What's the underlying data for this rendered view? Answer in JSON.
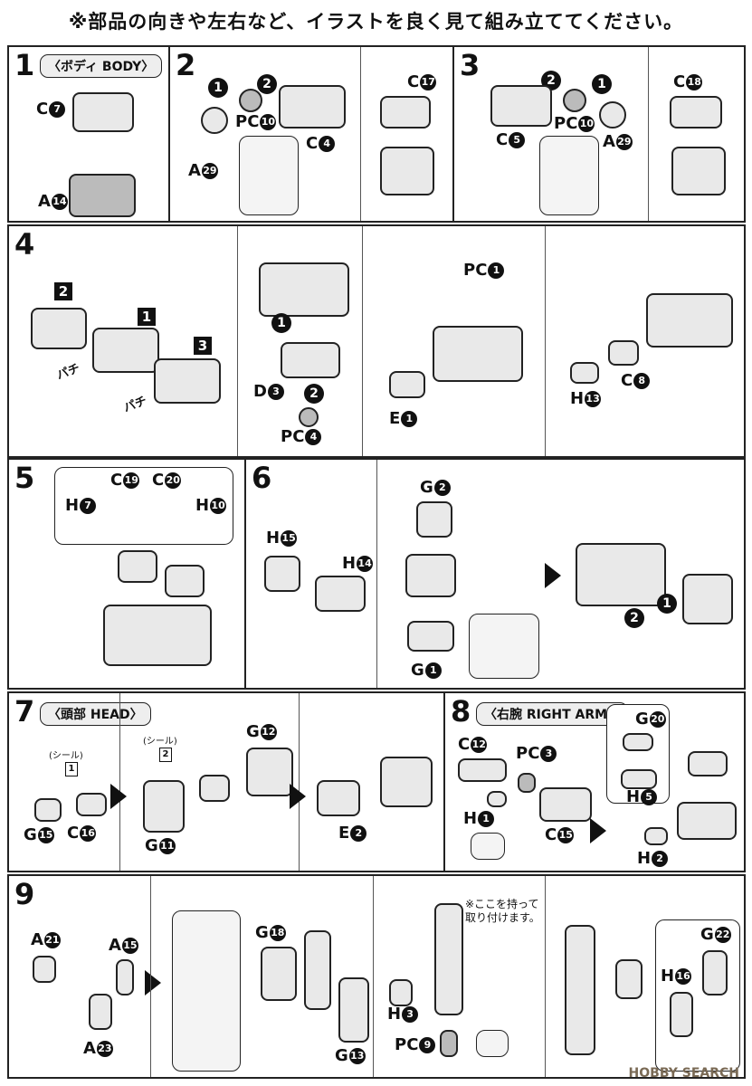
{
  "header": {
    "note": "※部品の向きや左右など、イラストを良く見て組み立ててください。"
  },
  "steps": {
    "s1": {
      "num": "1",
      "section": "〈ボディ BODY〉",
      "parts": {
        "c7": {
          "l": "C",
          "n": "7"
        },
        "a14": {
          "l": "A",
          "n": "14"
        }
      }
    },
    "s2": {
      "num": "2",
      "order1": "1",
      "order2": "2",
      "parts": {
        "a29": {
          "l": "A",
          "n": "29"
        },
        "pc10": {
          "l": "PC",
          "n": "10"
        },
        "c4": {
          "l": "C",
          "n": "4"
        },
        "c17": {
          "l": "C",
          "n": "17"
        }
      }
    },
    "s3": {
      "num": "3",
      "order1": "1",
      "order2": "2",
      "parts": {
        "c5": {
          "l": "C",
          "n": "5"
        },
        "pc10": {
          "l": "PC",
          "n": "10"
        },
        "a29": {
          "l": "A",
          "n": "29"
        },
        "c18": {
          "l": "C",
          "n": "18"
        }
      }
    },
    "s4": {
      "num": "4",
      "sfx": "パチ",
      "assy": [
        "2",
        "1",
        "3"
      ],
      "order1": "1",
      "order2": "2",
      "parts": {
        "d3": {
          "l": "D",
          "n": "3"
        },
        "pc4": {
          "l": "PC",
          "n": "4"
        },
        "pc1": {
          "l": "PC",
          "n": "1"
        },
        "e1": {
          "l": "E",
          "n": "1"
        },
        "h13": {
          "l": "H",
          "n": "13"
        },
        "c8": {
          "l": "C",
          "n": "8"
        }
      }
    },
    "s5": {
      "num": "5",
      "parts": {
        "c19": {
          "l": "C",
          "n": "19"
        },
        "c20": {
          "l": "C",
          "n": "20"
        },
        "h7": {
          "l": "H",
          "n": "7"
        },
        "h10": {
          "l": "H",
          "n": "10"
        }
      }
    },
    "s6": {
      "num": "6",
      "order1": "1",
      "order2": "2",
      "parts": {
        "h15": {
          "l": "H",
          "n": "15"
        },
        "h14": {
          "l": "H",
          "n": "14"
        },
        "g2": {
          "l": "G",
          "n": "2"
        },
        "g1": {
          "l": "G",
          "n": "1"
        }
      }
    },
    "s7": {
      "num": "7",
      "section": "〈頭部 HEAD〉",
      "sticker_label": "(シール)",
      "sticker1": "1",
      "sticker2": "2",
      "parts": {
        "g15": {
          "l": "G",
          "n": "15"
        },
        "c16": {
          "l": "C",
          "n": "16"
        },
        "g11": {
          "l": "G",
          "n": "11"
        },
        "g12": {
          "l": "G",
          "n": "12"
        },
        "e2": {
          "l": "E",
          "n": "2"
        }
      }
    },
    "s8": {
      "num": "8",
      "section": "〈右腕 RIGHT ARM〉",
      "parts": {
        "c12": {
          "l": "C",
          "n": "12"
        },
        "pc3": {
          "l": "PC",
          "n": "3"
        },
        "h1": {
          "l": "H",
          "n": "1"
        },
        "c15": {
          "l": "C",
          "n": "15"
        },
        "g20": {
          "l": "G",
          "n": "20"
        },
        "h5": {
          "l": "H",
          "n": "5"
        },
        "h2": {
          "l": "H",
          "n": "2"
        }
      }
    },
    "s9": {
      "num": "9",
      "hold_note_1": "※ここを持って",
      "hold_note_2": "取り付けます。",
      "parts": {
        "a21": {
          "l": "A",
          "n": "21"
        },
        "a15": {
          "l": "A",
          "n": "15"
        },
        "a23": {
          "l": "A",
          "n": "23"
        },
        "g18": {
          "l": "G",
          "n": "18"
        },
        "g13": {
          "l": "G",
          "n": "13"
        },
        "h3": {
          "l": "H",
          "n": "3"
        },
        "pc9": {
          "l": "PC",
          "n": "9"
        },
        "h16": {
          "l": "H",
          "n": "16"
        },
        "g22": {
          "l": "G",
          "n": "22"
        }
      }
    }
  },
  "watermark": "HOBBY SEARCH"
}
